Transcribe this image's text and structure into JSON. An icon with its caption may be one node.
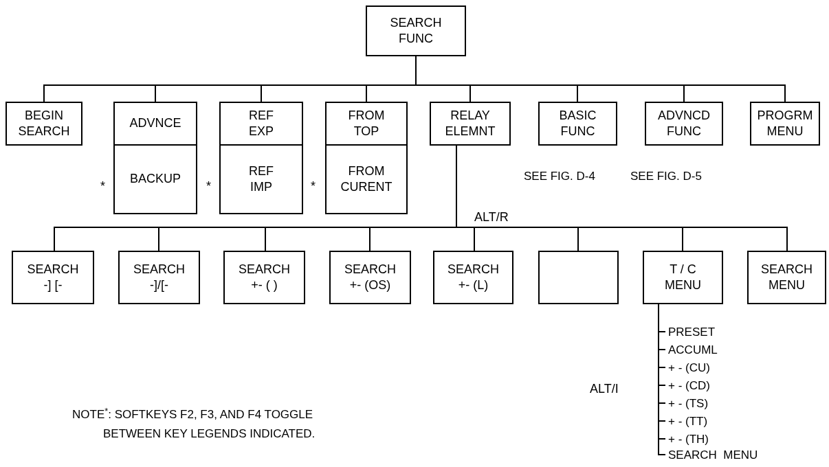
{
  "diagram": {
    "nodes": [
      {
        "text": [
          "SEARCH FUNC"
        ]
      },
      {
        "text": [
          "BEGIN SEARCH"
        ]
      },
      {
        "text": [
          "ADVNCE"
        ]
      },
      {
        "text": [
          "BACKUP"
        ]
      },
      {
        "text": [
          "REF EXP"
        ]
      },
      {
        "text": [
          "REF IMP"
        ]
      },
      {
        "text": [
          "FROM TOP"
        ]
      },
      {
        "text": [
          "FROM CURENT"
        ]
      },
      {
        "text": [
          "RELAY ELEMNT"
        ]
      },
      {
        "text": [
          "BASIC FUNC"
        ],
        "beside": [
          "SEE FIG. D-4"
        ]
      },
      {
        "text": [
          "ADVNCD FUNC"
        ],
        "beside": [
          "SEE FIG. D-5"
        ]
      },
      {
        "text": [
          "PROGRM MENU"
        ]
      },
      {
        "text": [
          "SEARCH -] [-"
        ]
      },
      {
        "text": [
          "SEARCH -]/[-"
        ]
      },
      {
        "text": [
          "SEARCH +- ( )"
        ]
      },
      {
        "text": [
          "SEARCH +- (OS)"
        ]
      },
      {
        "text": [
          "SEARCH +- (L)"
        ]
      },
      {
        "text": [],
        "shape": "box"
      },
      {
        "text": [
          "T / C MENU"
        ]
      },
      {
        "text": [
          "SEARCH MENU"
        ]
      },
      {
        "text": [
          "PRESET"
        ]
      },
      {
        "text": [
          "ACCUML"
        ]
      },
      {
        "text": [
          "+ - (CU)"
        ]
      },
      {
        "text": [
          "+ - (CD)"
        ]
      },
      {
        "text": [
          "+ - (TS)"
        ]
      },
      {
        "text": [
          "+ - (TT)"
        ]
      },
      {
        "text": [
          "+ - (TH)"
        ]
      },
      {
        "text": [
          "SEARCH  MENU"
        ]
      }
    ],
    "edges": [
      {
        "from": 0,
        "to": 1,
        "arrow": "none"
      },
      {
        "from": 0,
        "to": 2,
        "arrow": "none"
      },
      {
        "from": 0,
        "to": 4,
        "arrow": "none"
      },
      {
        "from": 0,
        "to": 6,
        "arrow": "none"
      },
      {
        "from": 0,
        "to": 8,
        "arrow": "none"
      },
      {
        "from": 0,
        "to": 9,
        "arrow": "none"
      },
      {
        "from": 0,
        "to": 10,
        "arrow": "none"
      },
      {
        "from": 0,
        "to": 11,
        "arrow": "none"
      },
      {
        "from": 8,
        "to": 12,
        "arrow": "none"
      },
      {
        "from": 8,
        "to": 13,
        "arrow": "none"
      },
      {
        "from": 8,
        "to": 14,
        "arrow": "none"
      },
      {
        "from": 8,
        "to": 15,
        "arrow": "none"
      },
      {
        "from": 8,
        "to": 16,
        "arrow": "none"
      },
      {
        "from": 8,
        "to": 17,
        "arrow": "none"
      },
      {
        "from": 8,
        "to": 18,
        "arrow": "none"
      },
      {
        "from": 8,
        "to": 19,
        "arrow": "none"
      },
      {
        "from": 18,
        "to": 20,
        "arrow": "none"
      },
      {
        "from": 18,
        "to": 21,
        "arrow": "none"
      },
      {
        "from": 18,
        "to": 22,
        "arrow": "none"
      },
      {
        "from": 18,
        "to": 23,
        "arrow": "none"
      },
      {
        "from": 18,
        "to": 24,
        "arrow": "none"
      },
      {
        "from": 18,
        "to": 25,
        "arrow": "none"
      },
      {
        "from": 18,
        "to": 26,
        "arrow": "none"
      },
      {
        "from": 18,
        "to": 27,
        "arrow": "none"
      }
    ],
    "labels": [
      "*",
      "*",
      "*",
      "ALT/R",
      "ALT/I",
      "NOTE$^{*}$:  SOFTKEYS F2, F3, AND F4 TOGGLE BETWEEN KEY LEGENDS INDICATED."
    ]
  }
}
